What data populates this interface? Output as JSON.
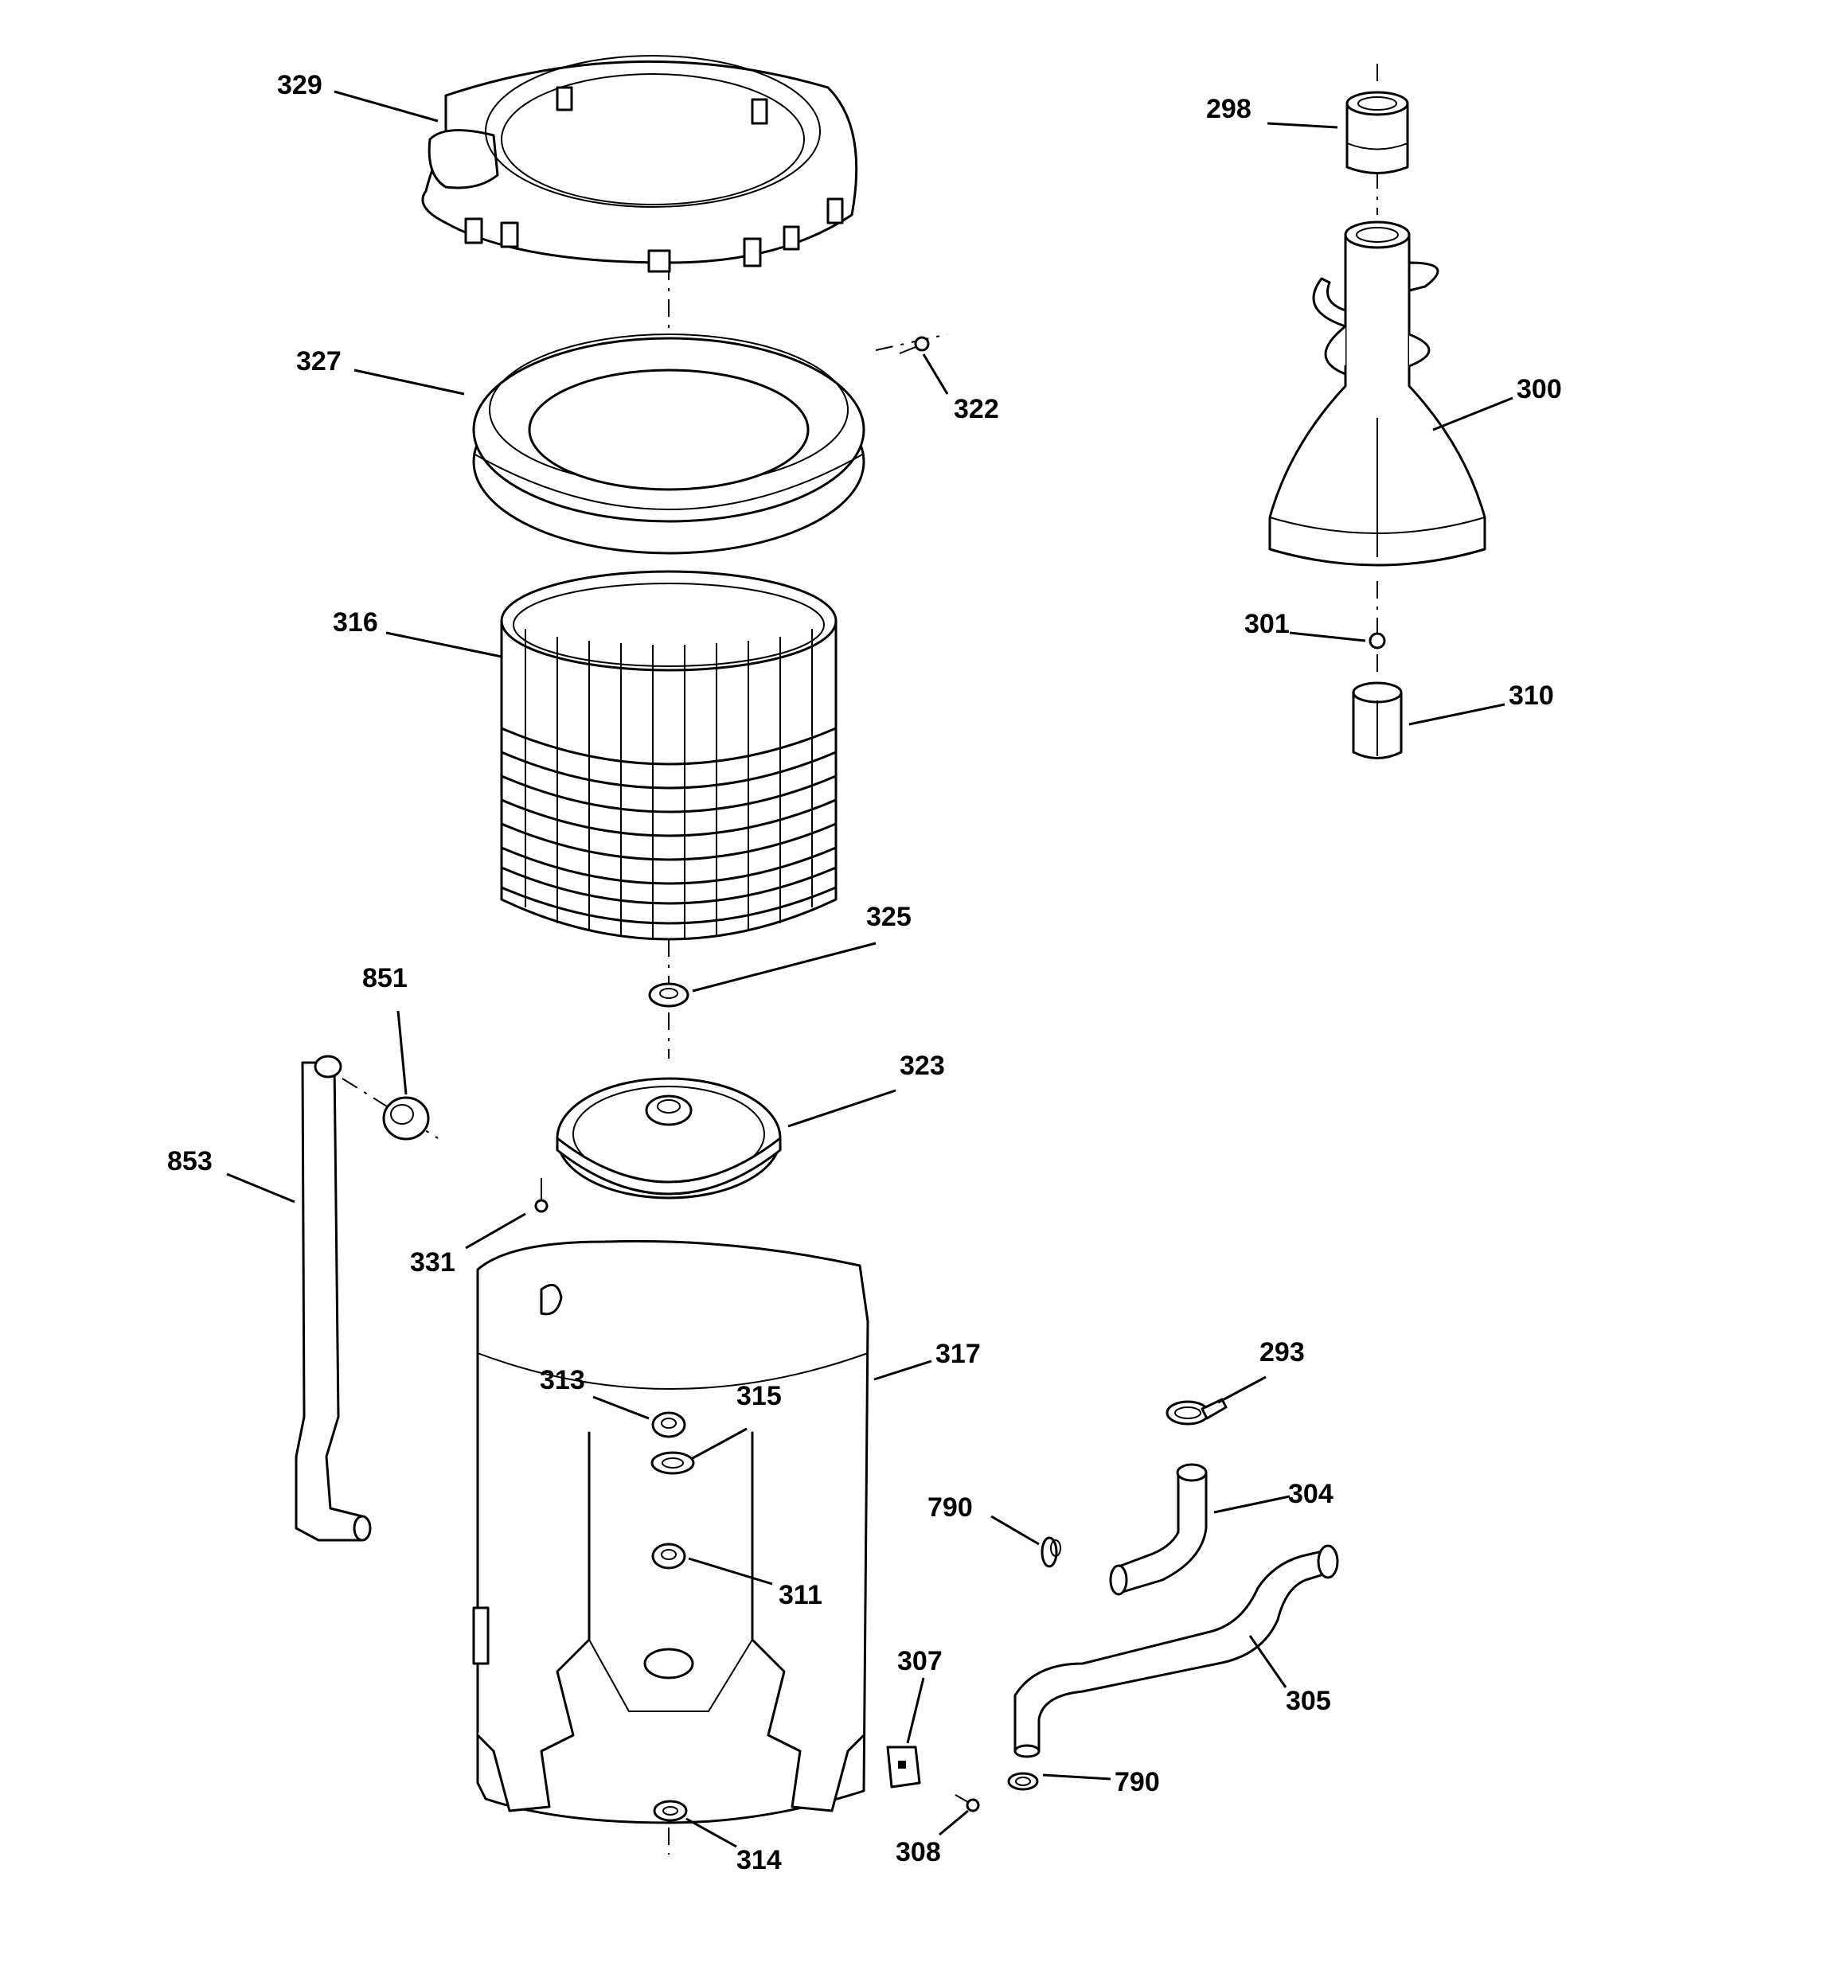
{
  "diagram": {
    "callouts": {
      "c293": "293",
      "c298": "298",
      "c300": "300",
      "c301": "301",
      "c304": "304",
      "c305": "305",
      "c307": "307",
      "c308": "308",
      "c310": "310",
      "c311": "311",
      "c313": "313",
      "c314": "314",
      "c315": "315",
      "c316": "316",
      "c317": "317",
      "c322": "322",
      "c323": "323",
      "c325": "325",
      "c327": "327",
      "c329": "329",
      "c331": "331",
      "c790a": "790",
      "c790b": "790",
      "c851": "851",
      "c853": "853"
    }
  }
}
